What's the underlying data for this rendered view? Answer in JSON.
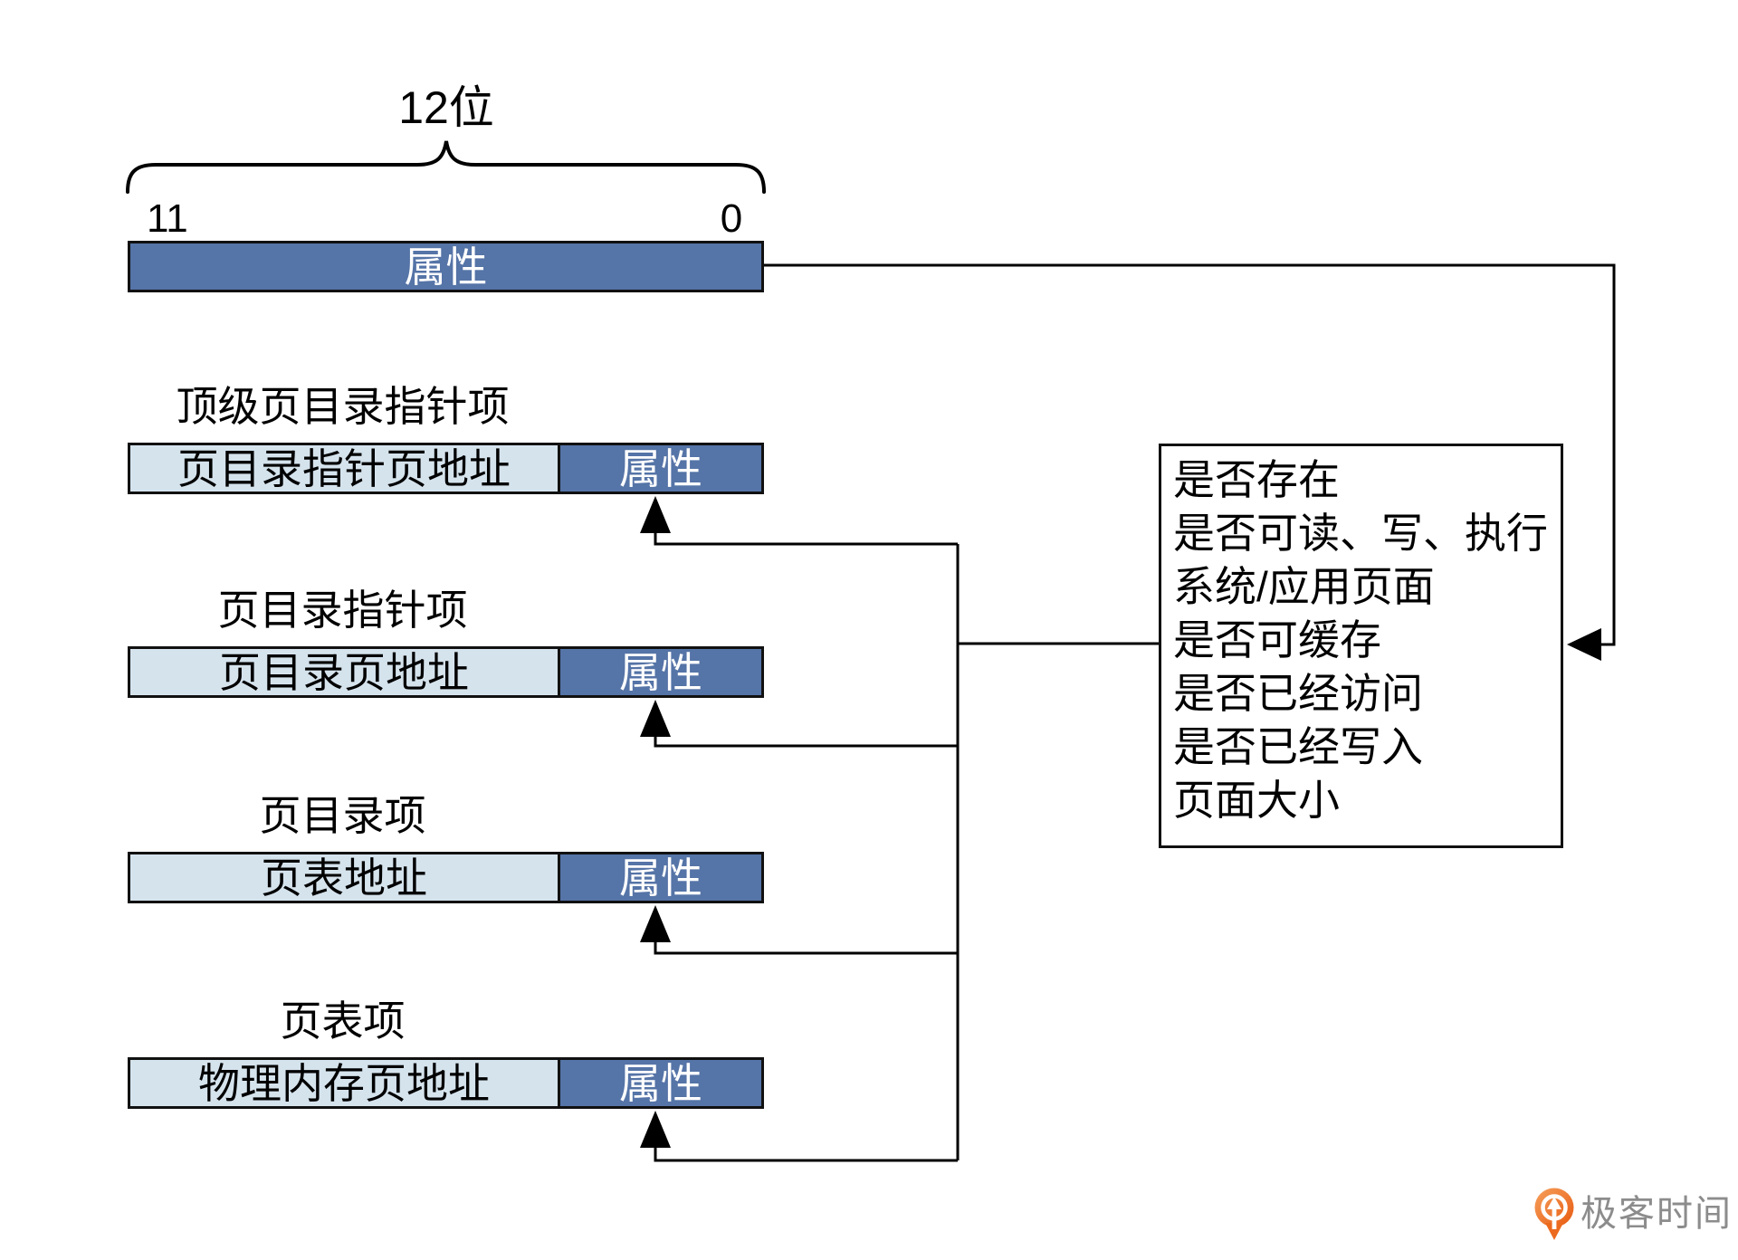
{
  "top_field": {
    "bits_caption": "12位",
    "bit_high": "11",
    "bit_low": "0",
    "attr_label": "属性"
  },
  "entries": [
    {
      "title": "顶级页目录指针项",
      "address_label": "页目录指针页地址",
      "attr_label": "属性"
    },
    {
      "title": "页目录指针项",
      "address_label": "页目录页地址",
      "attr_label": "属性"
    },
    {
      "title": "页目录项",
      "address_label": "页表地址",
      "attr_label": "属性"
    },
    {
      "title": "页表项",
      "address_label": "物理内存页地址",
      "attr_label": "属性"
    }
  ],
  "attribute_box": {
    "lines": [
      "是否存在",
      "是否可读、写、执行",
      "系统/应用页面",
      "是否可缓存",
      "是否已经访问",
      "是否已经写入",
      "页面大小"
    ]
  },
  "logo": {
    "text": "极客时间"
  },
  "colors": {
    "attr_cell": "#5574a7",
    "address_cell": "#d5e3ed",
    "line": "#000000",
    "logo_orange": "#ec6a1e",
    "logo_text": "#8c8c8c"
  }
}
